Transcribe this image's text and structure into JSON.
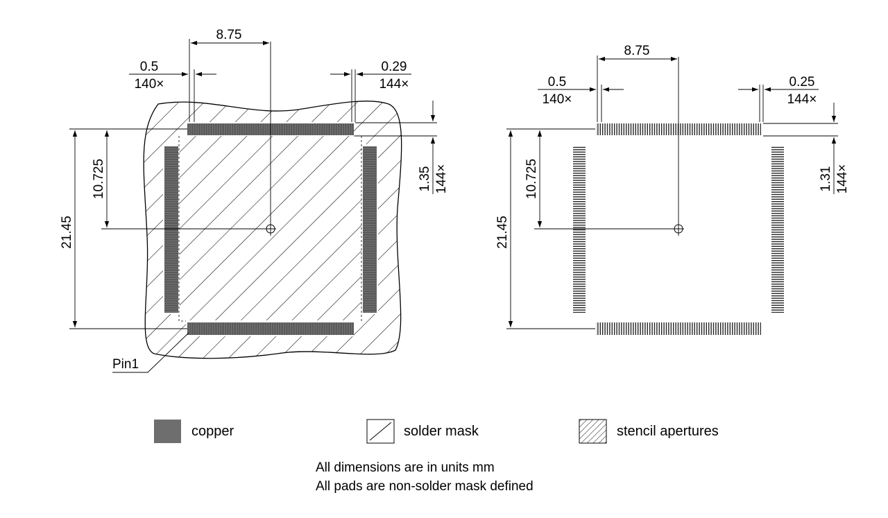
{
  "left_view": {
    "pitch_value": "0.5",
    "pitch_count": "140×",
    "center_offset": "8.75",
    "pad_width_value": "0.29",
    "pad_width_count": "144×",
    "pad_length_value": "1.35",
    "pad_length_count": "144×",
    "half_span": "10.725",
    "full_span": "21.45",
    "pin1_label": "Pin1"
  },
  "right_view": {
    "pitch_value": "0.5",
    "pitch_count": "140×",
    "center_offset": "8.75",
    "pad_width_value": "0.25",
    "pad_width_count": "144×",
    "pad_length_value": "1.31",
    "pad_length_count": "144×",
    "half_span": "10.725",
    "full_span": "21.45"
  },
  "legend": {
    "copper": "copper",
    "solder_mask": "solder mask",
    "stencil": "stencil apertures"
  },
  "notes": {
    "units": "All dimensions are in units mm",
    "pads": "All pads are non-solder mask defined"
  },
  "colors": {
    "copper": "#6e6e6e",
    "line": "#000000"
  }
}
